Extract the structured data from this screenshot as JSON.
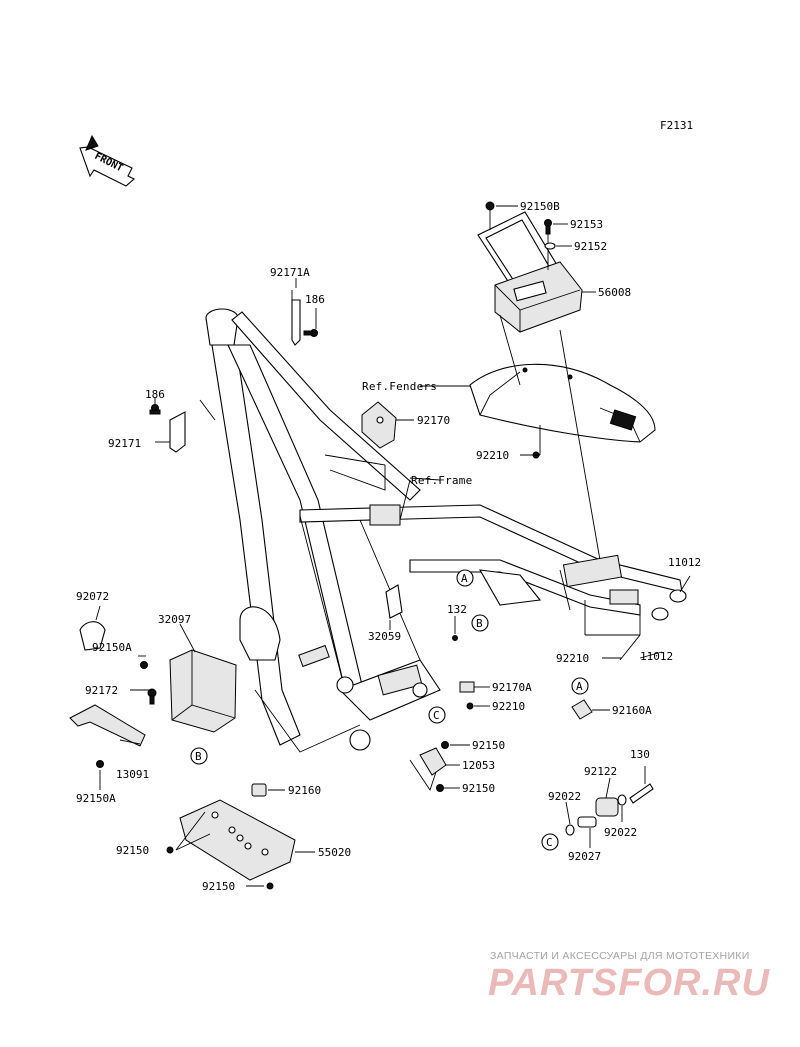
{
  "diagram_code": "F2131",
  "front_label": "FRONT",
  "labels": {
    "p92150B": "92150B",
    "p92153": "92153",
    "p92152": "92152",
    "p56008": "56008",
    "p92171A": "92171A",
    "p186_top": "186",
    "p186_left": "186",
    "p92171": "92171",
    "ref_fenders": "Ref.Fenders",
    "p92170": "92170",
    "p92210_top": "92210",
    "ref_frame": "Ref.Frame",
    "p11012_a": "11012",
    "p11012_b": "11012",
    "p92210_mid": "92210",
    "p92072": "92072",
    "p32097": "32097",
    "p92150A_a": "92150A",
    "p92172": "92172",
    "p13091": "13091",
    "p92150A_b": "92150A",
    "p132": "132",
    "p32059": "32059",
    "p92170A": "92170A",
    "p92210_low": "92210",
    "p92160A": "92160A",
    "p92150_a": "92150",
    "p12053": "12053",
    "p92150_b": "92150",
    "p130": "130",
    "p92122": "92122",
    "p92022_a": "92022",
    "p92022_b": "92022",
    "p92027": "92027",
    "p92160": "92160",
    "p92150_c": "92150",
    "p55020": "55020",
    "p92150_d": "92150"
  },
  "callouts": {
    "A1": "A",
    "A2": "A",
    "B1": "B",
    "B2": "B",
    "C1": "C",
    "C2": "C"
  },
  "watermark": {
    "tagline": "ЗАПЧАСТИ И АКСЕССУАРЫ ДЛЯ МОТОТЕХНИКИ",
    "logo": "PARTSFOR.RU"
  }
}
